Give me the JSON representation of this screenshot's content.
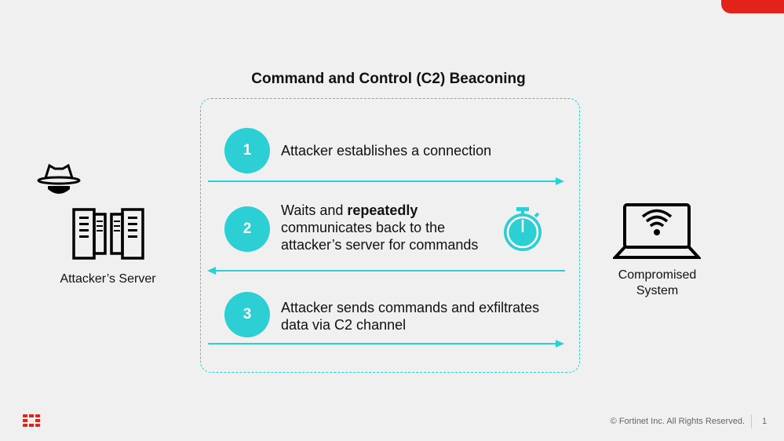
{
  "title": "Command and Control (C2) Beaconing",
  "steps": [
    {
      "num": "1",
      "text": "Attacker establishes a connection"
    },
    {
      "num": "2",
      "pre": "Waits and ",
      "bold": "repeatedly",
      "post": " communicates back to the attacker’s server for commands"
    },
    {
      "num": "3",
      "text": "Attacker sends commands and exfiltrates data via C2 channel"
    }
  ],
  "left_label": "Attacker’s Server",
  "right_label": "Compromised System",
  "footer": {
    "copyright": "© Fortinet Inc. All Rights Reserved.",
    "page": "1"
  },
  "colors": {
    "accent": "#2ccfd4",
    "brand": "#e2231a"
  }
}
